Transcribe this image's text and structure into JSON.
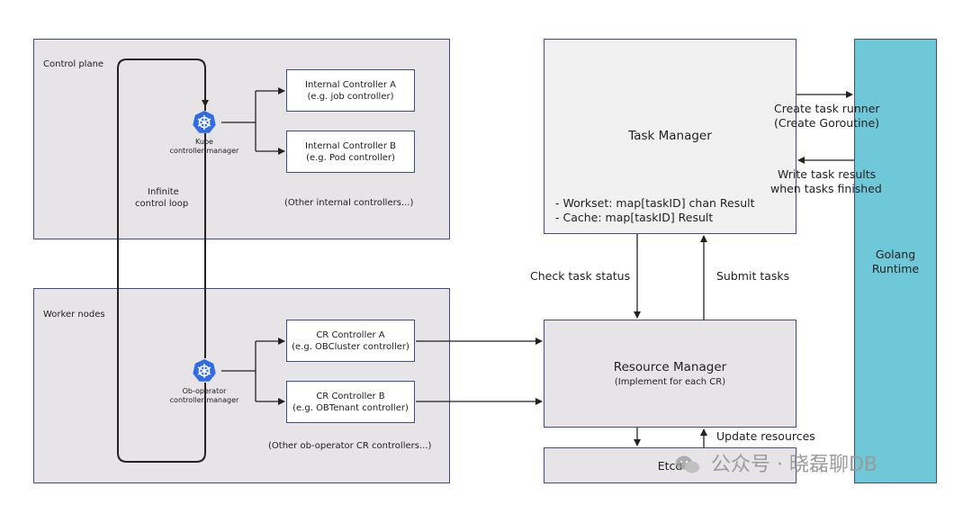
{
  "control_plane": {
    "title": "Control plane",
    "kube_icon_line1": "Kube",
    "kube_icon_line2": "controller manager",
    "loop_line1": "Infinite",
    "loop_line2": "control loop",
    "controller_a_line1": "Internal Controller A",
    "controller_a_line2": "(e.g. job controller)",
    "controller_b_line1": "Internal Controller B",
    "controller_b_line2": "(e.g. Pod controller)",
    "other": "(Other internal controllers...)"
  },
  "worker_nodes": {
    "title": "Worker nodes",
    "op_icon_line1": "Ob-operator",
    "op_icon_line2": "controller manager",
    "cr_a_line1": "CR Controller A",
    "cr_a_line2": "(e.g. OBCluster controller)",
    "cr_b_line1": "CR Controller B",
    "cr_b_line2": "(e.g. OBTenant controller)",
    "other": "(Other ob-operator CR controllers...)"
  },
  "task_manager": {
    "title": "Task Manager",
    "workset": "- Workset: map[taskID] chan Result",
    "cache": "- Cache: map[taskID] Result"
  },
  "resource_manager": {
    "title": "Resource Manager",
    "subtitle": "(Implement for each CR)"
  },
  "etcd": {
    "label": "Etcd"
  },
  "golang": {
    "line1": "Golang",
    "line2": "Runtime"
  },
  "labels": {
    "check_status": "Check task status",
    "submit_tasks": "Submit tasks",
    "update_resources": "Update resources",
    "create_runner_1": "Create task runner",
    "create_runner_2": "(Create Goroutine)",
    "write_results_1": "Write task results",
    "write_results_2": "when tasks finished"
  },
  "watermark": "公众号 · 晓磊聊DB",
  "colors": {
    "border": "#3b4f86",
    "panel": "#e6e4e6",
    "golang": "#6ec8d8",
    "k8s": "#326ce5"
  }
}
